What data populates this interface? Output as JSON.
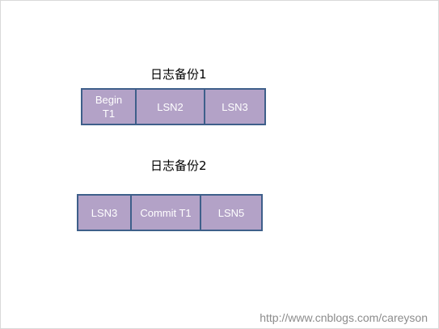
{
  "diagram": {
    "backup1": {
      "title": "日志备份1",
      "cells": [
        "Begin\nT1",
        "LSN2",
        "LSN3"
      ]
    },
    "backup2": {
      "title": "日志备份2",
      "cells": [
        "LSN3",
        "Commit T1",
        "LSN5"
      ]
    }
  },
  "watermark": "http://www.cnblogs.com/careyson",
  "colors": {
    "cell_fill": "#b3a2c7",
    "cell_border": "#3e5f8a",
    "cell_text": "#ffffff"
  }
}
